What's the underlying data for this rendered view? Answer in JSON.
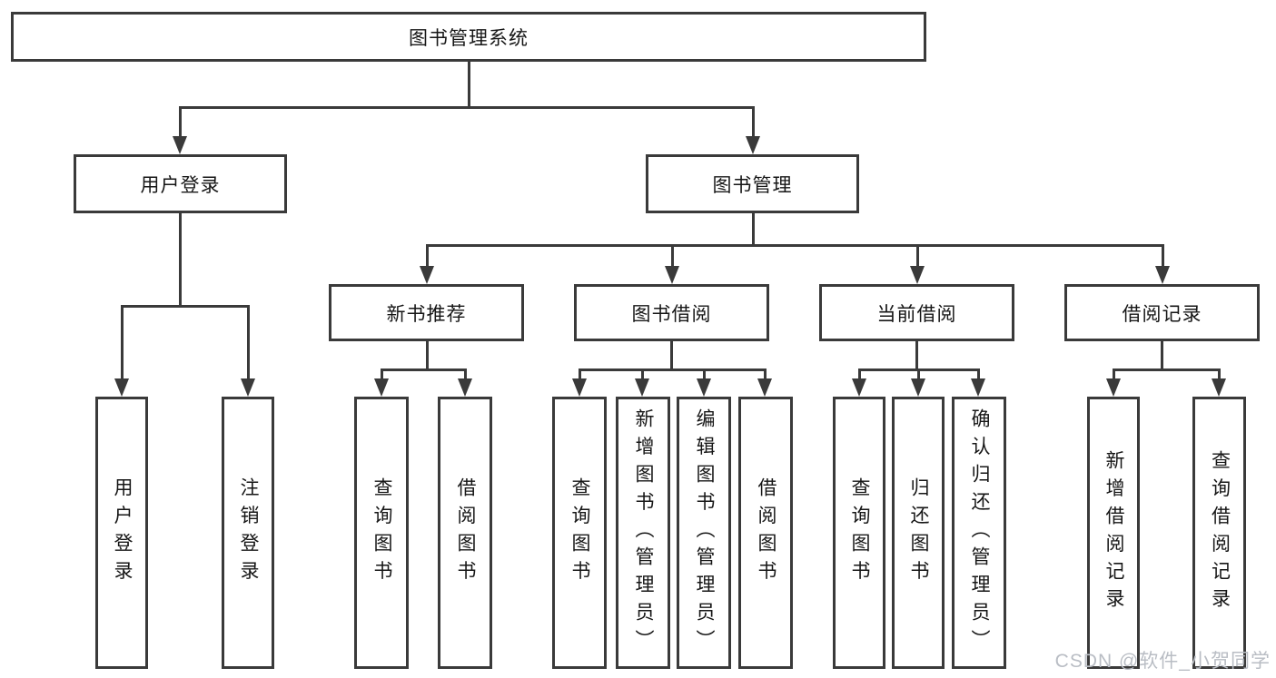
{
  "root": {
    "label": "图书管理系统"
  },
  "level2": {
    "user_login": {
      "label": "用户登录"
    },
    "book_management": {
      "label": "图书管理"
    }
  },
  "level3": {
    "new_book_recommend": {
      "label": "新书推荐"
    },
    "book_borrow": {
      "label": "图书借阅"
    },
    "current_borrow": {
      "label": "当前借阅"
    },
    "borrow_records": {
      "label": "借阅记录"
    }
  },
  "leaves": {
    "user_login": [
      "用户登录",
      "注销登录"
    ],
    "new_book_recommend": [
      "查询图书",
      "借阅图书"
    ],
    "book_borrow": [
      "查询图书",
      "新增图书（管理员）",
      "编辑图书（管理员）",
      "借阅图书"
    ],
    "current_borrow": [
      "查询图书",
      "归还图书",
      "确认归还（管理员）"
    ],
    "borrow_records": [
      "新增借阅记录",
      "查询借阅记录"
    ]
  },
  "watermark": "CSDN @软件_小贺同学",
  "colors": {
    "line": "#3a3a3a",
    "text": "#161616",
    "background": "#ffffff",
    "watermark": "#b9bdc4"
  }
}
